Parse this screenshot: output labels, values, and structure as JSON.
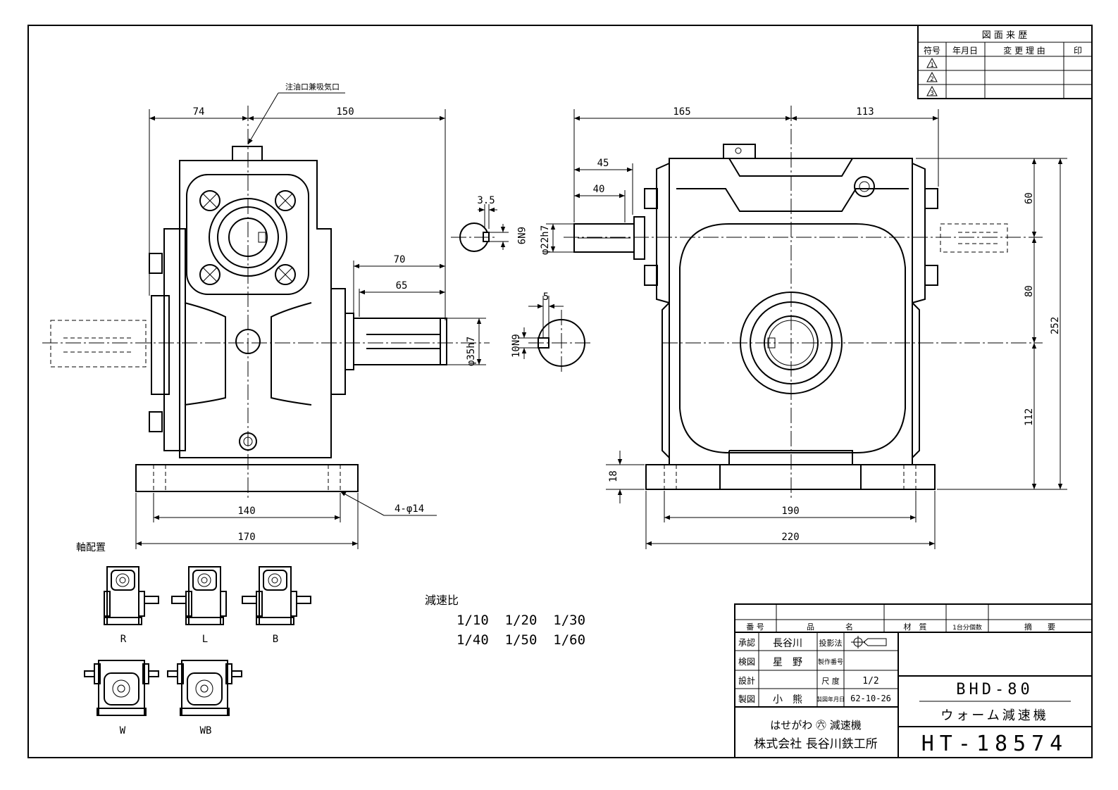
{
  "revision_table": {
    "title": "図 面 来 歴",
    "headers": [
      "符号",
      "年月日",
      "変 更 理 由",
      "印"
    ],
    "symbols": [
      "1",
      "2",
      "3"
    ]
  },
  "callouts": {
    "oil_port": "注油口兼吸気口",
    "bolt_holes": "4-φ14"
  },
  "front_view_dims": {
    "d74": "74",
    "d150": "150",
    "d70": "70",
    "d65": "65",
    "d35h7": "φ35h7",
    "d140": "140",
    "d170": "170"
  },
  "keyway_details": {
    "small_width": "3.5",
    "small_tol": "6N9",
    "large_width": "5",
    "large_tol": "10N9"
  },
  "side_view_dims": {
    "d165": "165",
    "d113": "113",
    "d45": "45",
    "d40": "40",
    "d22h7": "φ22h7",
    "d60": "60",
    "d80": "80",
    "d252": "252",
    "d112": "112",
    "d18": "18",
    "d190": "190",
    "d220": "220"
  },
  "shaft_arrangement": {
    "title": "軸配置",
    "labels": [
      "R",
      "L",
      "B",
      "W",
      "WB"
    ]
  },
  "reduction_ratio": {
    "title": "減速比",
    "row1": "1/10  1/20  1/30",
    "row2": "1/40  1/50  1/60"
  },
  "title_block": {
    "h_number": "番 号",
    "h_name": "品　　　　名",
    "h_material": "材　質",
    "h_qty": "1台分個数",
    "h_remarks": "摘　　要",
    "approved_label": "承認",
    "approved_name": "長谷川",
    "checked_label": "検図",
    "checked_name": "星　野",
    "designed_label": "設計",
    "designed_name": "",
    "drawn_label": "製図",
    "drawn_name": "小　熊",
    "projection_label": "投影法",
    "work_no_label": "製作番号",
    "scale_label": "尺 度",
    "scale_value": "1/2",
    "date_label": "製図年月日",
    "date_value": "62-10-26",
    "product_code": "BHD-80",
    "product_name": "ウォーム減速機",
    "brand_line": "はせがわ ㊅ 減速機",
    "company": "株式会社 長谷川鉄工所",
    "drawing_number": "HT-18574"
  }
}
